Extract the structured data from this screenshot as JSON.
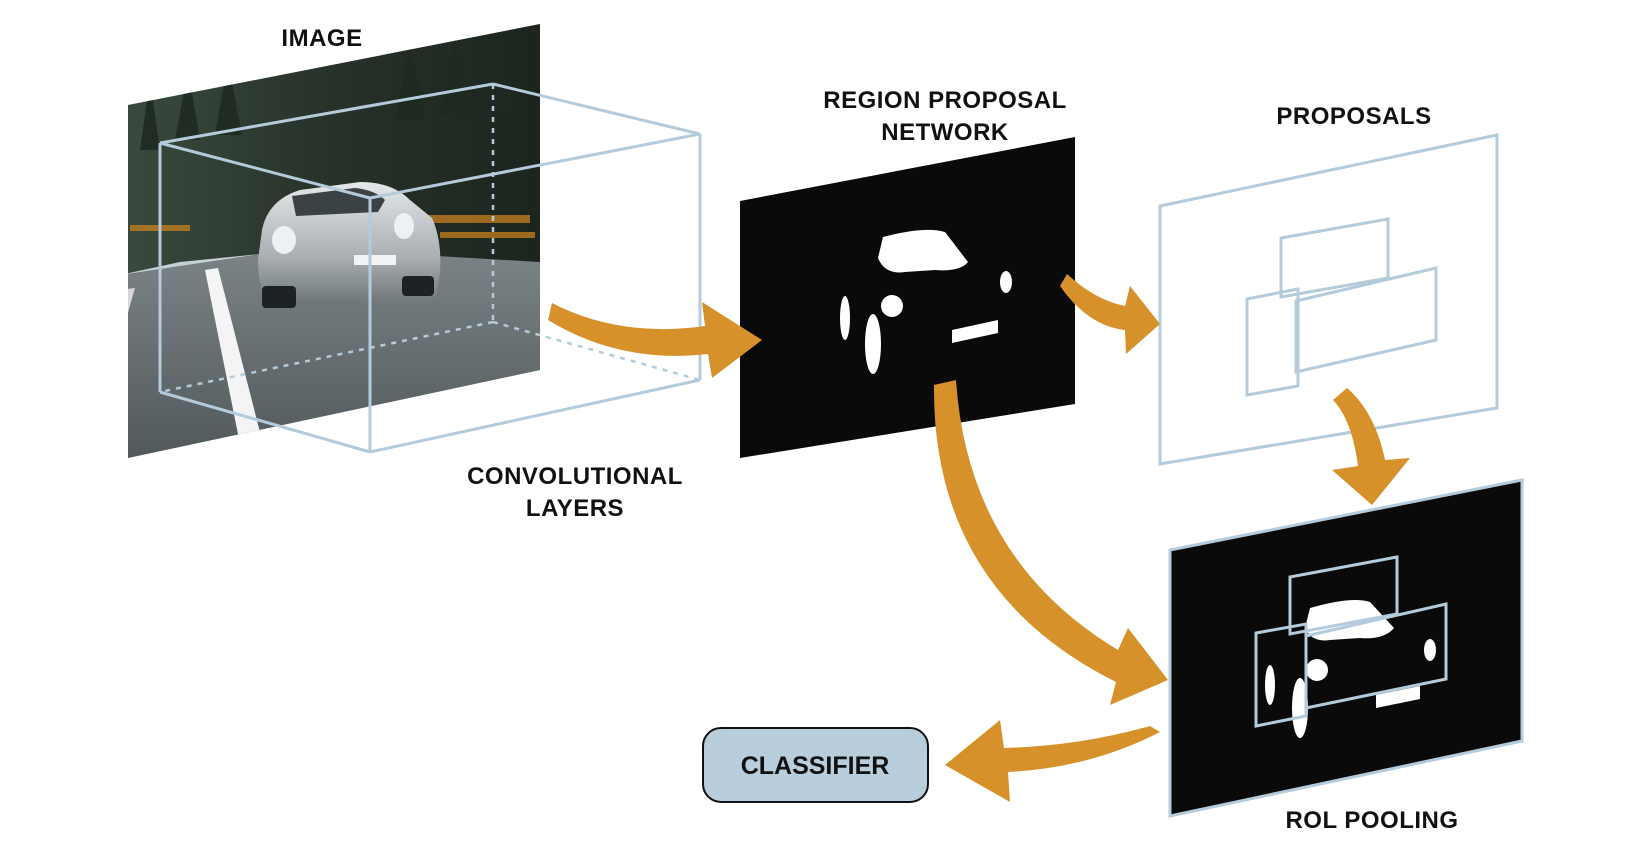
{
  "labels": {
    "image": "IMAGE",
    "convolutional_line1": "CONVOLUTIONAL",
    "convolutional_line2": "LAYERS",
    "rpn_line1": "REGION PROPOSAL",
    "rpn_line2": "NETWORK",
    "proposals": "PROPOSALS",
    "roi_pooling": "ROL POOLING",
    "classifier": "CLASSIFIER"
  },
  "colors": {
    "arrow": "#d6912a",
    "frame_edge": "#b4cbdb",
    "feature_map": "#0a0a0a",
    "classifier_fill": "#b9cedc"
  },
  "icons": {
    "arrow": "curved-arrow",
    "car": "car-silhouette"
  }
}
